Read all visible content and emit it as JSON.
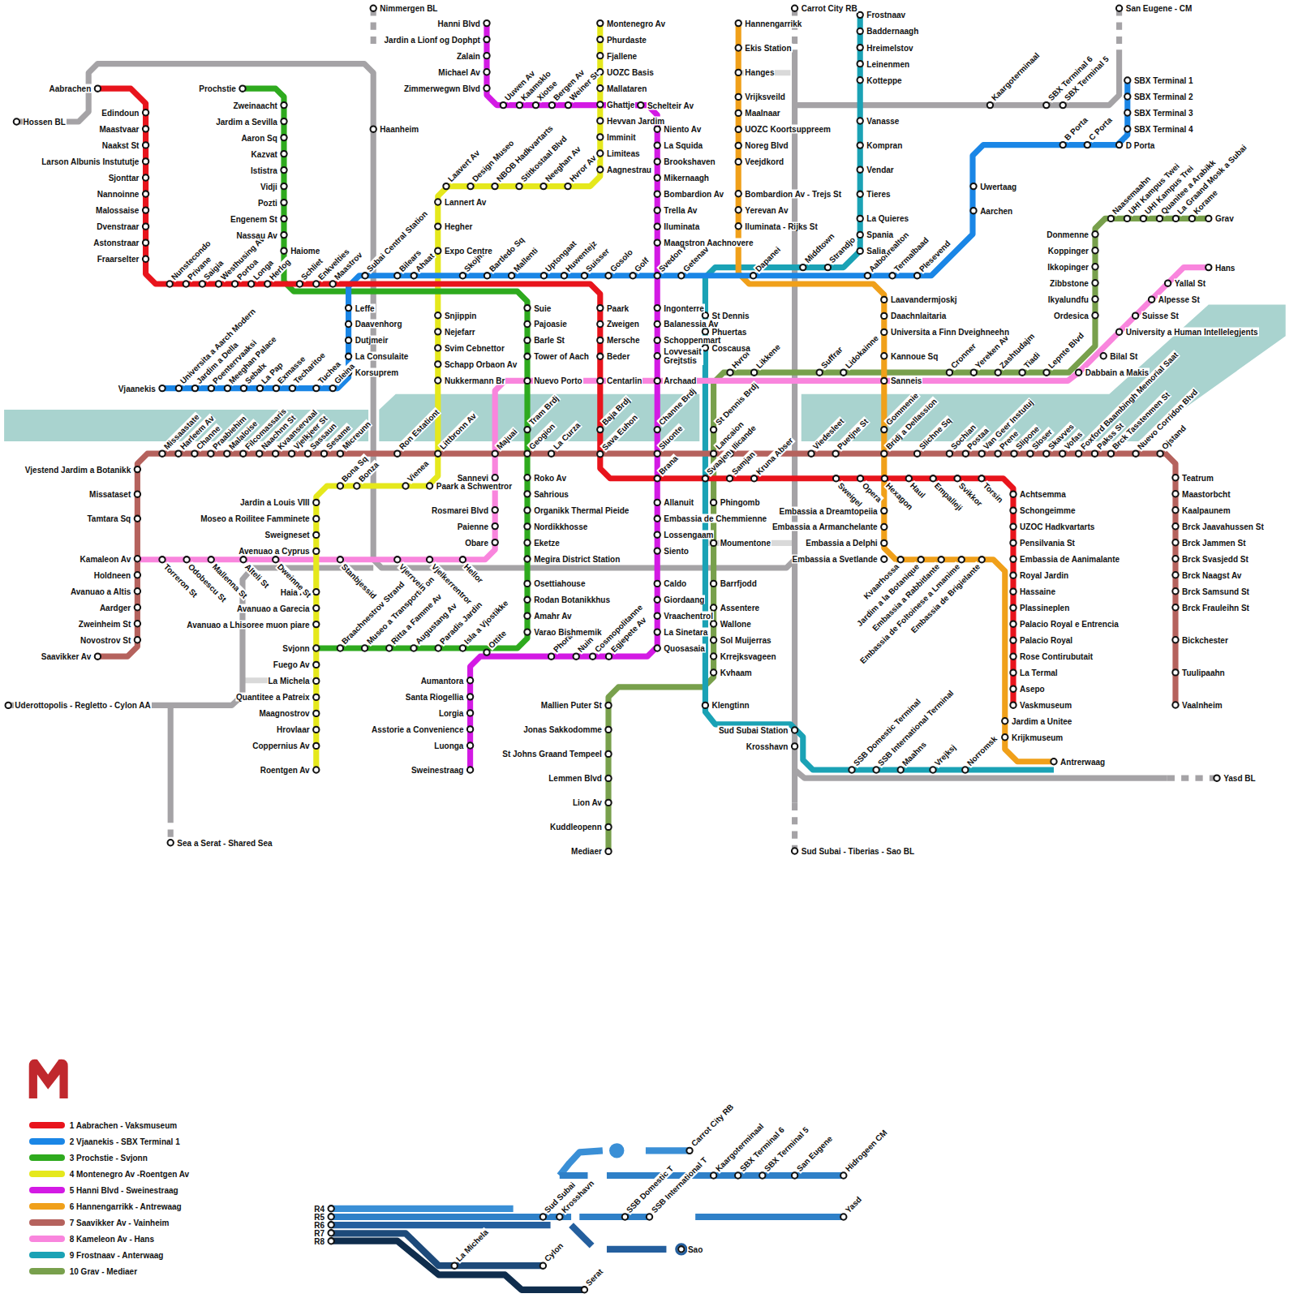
{
  "diagram": {
    "labels": [
      "Aabrachen",
      "Edindoun",
      "Maastvaar",
      "Naakst St",
      "Larson Albunis Instututje",
      "Sjonttar",
      "Nannoinne",
      "Malossaise",
      "Dvenstraar",
      "Astonstraar",
      "Fraarselter",
      "Nunstecondo",
      "Privane",
      "Saigia",
      "Westhusing Av",
      "Portoa",
      "Longa",
      "Herlog",
      "Schliet",
      "Enkvelties",
      "Maastrov",
      "Subai Central Station",
      "Bilears",
      "Ahaat",
      "Skojme",
      "Bartledo Sq",
      "Mallenti",
      "Uptongaat",
      "Huwentejz",
      "Suisser",
      "Gosolo",
      "Golf",
      "Svedon Av",
      "Getenav",
      "Hanni Blvd",
      "Jardin a Lionf og Dophpt",
      "Zalain",
      "Michael Av",
      "Zimmerwegwn Blvd",
      "Uuwen Av",
      "Kaamsklo",
      "Xiotse",
      "Bergen Av",
      "Weiner St",
      "Montenegro Av",
      "Phurdaste",
      "Fjallene",
      "UOZC Basis",
      "Mallataren",
      "Ghattje",
      "Hevvan Jardim",
      "Imminit",
      "Limiteas",
      "Aagnestrau",
      "Schelteir Av",
      "Niento Av",
      "La Squida",
      "Brookshaven",
      "Mikernaagh",
      "Bombardion Av",
      "Trella Av",
      "Iluminata",
      "Maagstron Aachnovere",
      "Ingonterre",
      "Balanessia Av",
      "Schoppenmart",
      "Lovvesait Grejtstis",
      "Archaad",
      "Channe Brdj",
      "Sluonte",
      "Brana",
      "Allanuit",
      "Embassia de Chemmienne",
      "Lossengaam",
      "Siento",
      "Caldo",
      "Giordaang",
      "Vraachentrol",
      "La Sinetara",
      "Quosasaia",
      "Ottite",
      "Phoraan",
      "Nuin",
      "Cosmopolitanne",
      "Egjepete Av",
      "Aumantora",
      "Santa Riogellia",
      "Lorgia",
      "Asstorie a Convenience",
      "Luonga",
      "Sweinestraag",
      "Prochstie",
      "Zweinaacht",
      "Jardim a Sevilla",
      "Aaron Sq",
      "Kazvat",
      "Ististra",
      "Vidji",
      "Pozti",
      "Engenem St",
      "Nassau Av",
      "Haiome",
      "Suie",
      "Pajoasie",
      "Barle St",
      "Tower of Aach",
      "Nuevo Porto",
      "Tram Brdj",
      "Roko Av",
      "Sahrious",
      "Organikk Thermal Pieide",
      "Nordikkhosse",
      "Eketze",
      "Megira District Station",
      "Osettiahouse",
      "Rodan Botanikkhus",
      "Amahr Av",
      "Varao Bishmemik",
      "Braachnestrov Strand",
      "Museo a Transportation",
      "Ritta a Famme Av",
      "Augustang Av",
      "Paradis Jardin",
      "Isla a Vjostikke",
      "Svjonn",
      "Laavert Av",
      "Design Museo",
      "NBOB Hadkvartarts",
      "Stitkostaal Blvd",
      "Neeghan Av",
      "Hvror Av",
      "Lannert Av",
      "Hegher",
      "Expo Centre",
      "Snjippin",
      "Nejefarr",
      "Svim Cebnettor",
      "Schapp Orbaon Av",
      "Nukkermann Br",
      "Paark a Schwentror",
      "Vienea",
      "Bona Sq",
      "Bonza",
      "Jardin a Louis VIII",
      "Moseo a Roilitee Famminete",
      "Sweigneset",
      "Avenuao a Cyprus",
      "Haia Av",
      "Avanuao a Garecia",
      "Avanuao a Lhisoree muon piare",
      "Fuego Av",
      "La Michela",
      "Quantitee a Patreix",
      "Maagnostrov",
      "Hrovlaar",
      "Coppernius Av",
      "Roentgen Av",
      "Leffe",
      "Daavenhorg",
      "Dutjmeir",
      "La Consulaite",
      "Korsuprem",
      "Vjaanekis",
      "Universita a Aarch Modern",
      "Jardim a Della",
      "Poenterrvaaksi",
      "Meeghan Palace",
      "Sebalx",
      "La Pap",
      "Exmasse",
      "Techaritoe",
      "Tuchea",
      "Gleina",
      "Missaastate",
      "Harleem Av",
      "Channe",
      "Praabiehim",
      "Malaloise",
      "Filcomassaris",
      "Naachnn St",
      "Kvaanservaal",
      "Vjelkjeer St",
      "Sassaun",
      "Sesame",
      "Micreunn",
      "Ron Estationt",
      "Littbronn Av",
      "Majuai",
      "Geogion",
      "La Curza",
      "St Dennis Brdj",
      "Lancaion",
      "Ilicande",
      "Svaajen",
      "Samjan",
      "Kruna Abser",
      "Viedesleet",
      "Puetjne St",
      "Gommenie",
      "Bridj a Dellassion",
      "Slichne Sq",
      "Sochian",
      "Postaa",
      "Van Geer Instutuj",
      "Prene",
      "Slipone",
      "Sloser",
      "Skavves",
      "Vofas",
      "Foxford Baambingh Memorial Saat",
      "Pakss St",
      "Brck Tasstenmen St",
      "Nuevo Corridon Blvd",
      "Ojstand",
      "Teatrum",
      "Maastorbcht",
      "Kaalpaunem",
      "Brck Jaavahussen St",
      "Brck Jammen St",
      "Brck Svasjedd St",
      "Brck Naagst Av",
      "Brck Samsund St",
      "Brck Frauleihn St",
      "Bickchester",
      "Tuulipaahn",
      "Vaalnheim",
      "Vjestend Jardim a Botanikk",
      "Missataset",
      "Tamtara Sq",
      "Kamaleon Av",
      "Holdneen",
      "Avanuao a Altis",
      "Aardger",
      "Zweinheim St",
      "Novostrov St",
      "Saavikker Av",
      "Torreron St",
      "Odobescu St",
      "Mallenna St",
      "Alteli St",
      "Dweinne St",
      "Stanbjessid",
      "Vjerrvein",
      "Vjelkerrentror",
      "Hellor",
      "Sannevi",
      "Rosmarei Blvd",
      "Paienne",
      "Obare",
      "Hvror",
      "Likkene",
      "Suffrar",
      "Lidokainne",
      "Sanneis",
      "Cronner",
      "Yereken Av",
      "Zashtudajm",
      "Tiadi",
      "Lepnte Blvd",
      "Dabbain a Makis",
      "Bilal St",
      "University a Human Intellelegjents",
      "Suisse St",
      "Alpesse St",
      "Yallal St",
      "Hans",
      "Paark",
      "Zweigen",
      "Mersche",
      "Beder",
      "Centarlin",
      "Baja Brdj",
      "Sava Euhon",
      "Sweigel",
      "Opera",
      "Hexagon",
      "Haul",
      "Empalleji",
      "Svikkor",
      "Torsin",
      "Achtsemma",
      "Schongeimme",
      "UZOC Hadkvartarts",
      "Pensilvania St",
      "Embassia de Aanimalante",
      "Royal Jardin",
      "Hassaine",
      "Plassineplen",
      "Palacio Royal e Entrencia",
      "Palacio Royal",
      "Rose Contirubutait",
      "La Termal",
      "Asepo",
      "Vaskmuseum",
      "Jardim a Unitee",
      "Krijkmuseum",
      "Antrerwaag",
      "Hannengarrikk",
      "Ekis Station",
      "Hanges",
      "Vrijksveild",
      "Maalnaar",
      "UOZC Koortsuppreem",
      "Noreg Blvd",
      "Veejdkord",
      "Bombardion Av - Trejs St",
      "Yerevan Av",
      "Iluminata - Rijks St",
      "Dapanei",
      "Middtown",
      "Strandjo",
      "Aabohrealton",
      "Termalbaad",
      "Plesevend",
      "Laavandermjoskj",
      "Daachnlaitaria",
      "Universita a Finn Dveighneehn",
      "Kannoue Sq",
      "Embassia a Dreamtopeiia",
      "Embassia a Armanchelante",
      "Embassia a Delphi",
      "Embassia a Svetlande",
      "Kvaarhossa",
      "Jardim a la Botanique",
      "Embassia a Rabbitlante",
      "Embassia de Foltoinese a Lmanime",
      "Embassia de Brigielante",
      "Frostnaav",
      "Baddernaagh",
      "Hreimelstov",
      "Leinenmen",
      "Kotteppe",
      "Vanasse",
      "Kompran",
      "Vendar",
      "Tieres",
      "La Quieres",
      "Spania",
      "Salia",
      "St Dennis",
      "Phuertas",
      "Coscausa",
      "Phingomb",
      "Moumentone",
      "Barrfjodd",
      "Assentere",
      "Wallone",
      "Sol Muijerras",
      "Krrejksvageen",
      "Kvhaam",
      "Klengtinn",
      "Sud Subai Station",
      "Krosshavn",
      "SSB Domestic Terminal",
      "SSB International Terminal",
      "Maahns",
      "Vrejksj",
      "Norromsk",
      "Grav",
      "Naasemaahn",
      "UHI Kampus Twei",
      "UHI Kampus Trei",
      "Quanitee a Arabikk",
      "La Graand Mosk a Subai",
      "Korame",
      "Donmenne",
      "Koppinger",
      "Ikkopinger",
      "Zibbstone",
      "Ikyalundfu",
      "Ordesica",
      "Mallien Puter St",
      "Jonas Sakkodomme",
      "St Johns Graand Tempeel",
      "Lemmen Blvd",
      "Lion Av",
      "Kuddleopenn",
      "Mediaer",
      "Nimmergen BL",
      "Haanheim",
      "Hossen BL",
      "Uderottopolis - Regletto - Cylon AA",
      "Sea a Serat - Shared Sea",
      "Carrot City RB",
      "Sud Subai - Tiberias -  Sao BL",
      "San Eugene - CM",
      "SBX Terminal 1",
      "SBX Terminal 2",
      "SBX Terminal 3",
      "SBX Terminal 4",
      "D Porta",
      "B Porta",
      "C Porta",
      "Uwertaag",
      "Aarchen",
      "Kaargoterminaal",
      "SBX Terminal 6",
      "SBX Terminal 5",
      "Yasd BL",
      "R4",
      "R5",
      "R6",
      "R7",
      "R8",
      "Sud Subai",
      "Krosshavn",
      "SSB Domestic T",
      "SSB International T",
      "Carrot City RB",
      "Kaargoterminaal",
      "SBX Terminal 6",
      "SBX Terminal 5",
      "San Eugene",
      "Hidrogeen CM",
      "Yasd",
      "Sao",
      "La Michela",
      "Cylon",
      "Serat"
    ],
    "legend": [
      {
        "text": "1 Aabrachen - Vaksmuseum",
        "color": "#e8141c"
      },
      {
        "text": "2 Vjaanekis - SBX Terminal 1",
        "color": "#1a86e6"
      },
      {
        "text": "3 Prochstie - Svjonn",
        "color": "#2eaa1e"
      },
      {
        "text": "4 Montenegro Av -Roentgen Av",
        "color": "#e5e81c"
      },
      {
        "text": "5 Hanni Blvd - Sweinestraag",
        "color": "#d31ae4"
      },
      {
        "text": "6 Hannengarrikk - Antrewaag",
        "color": "#f0a01a"
      },
      {
        "text": "7 Saavikker Av - Vainheim",
        "color": "#b5625d"
      },
      {
        "text": "8 Kameleon Av - Hans",
        "color": "#f985dd"
      },
      {
        "text": "9 Frostnaav - Anterwaag",
        "color": "#1aa2b5"
      },
      {
        "text": "10 Grav - Mediaer",
        "color": "#78a04c"
      }
    ]
  }
}
